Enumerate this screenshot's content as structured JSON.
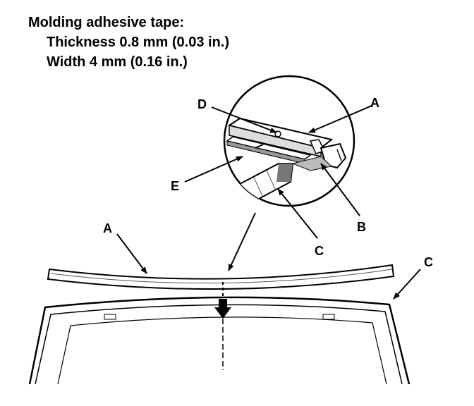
{
  "header": {
    "title": "Molding adhesive tape:",
    "thickness": "Thickness 0.8 mm (0.03 in.)",
    "width": "Width 4 mm (0.16 in.)"
  },
  "callouts": {
    "d": "D",
    "a_top": "A",
    "e": "E",
    "b": "B",
    "a_left": "A",
    "c_detail": "C",
    "c_right": "C"
  }
}
